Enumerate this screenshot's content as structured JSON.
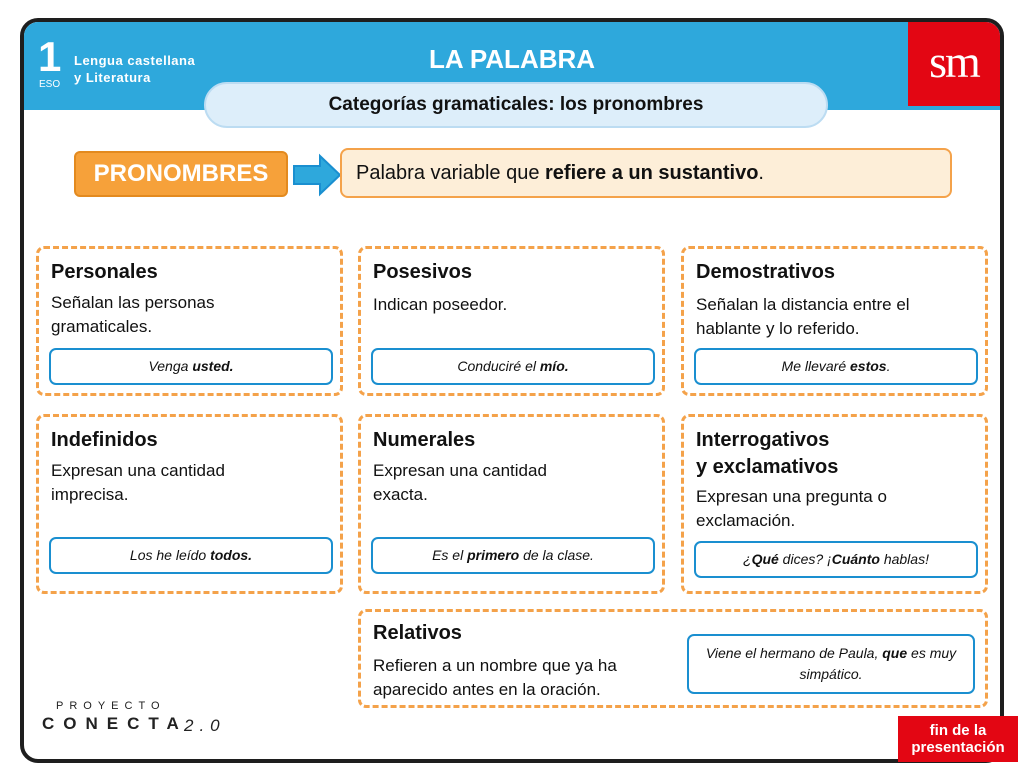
{
  "header": {
    "course_number": "1",
    "course_level": "ESO",
    "subject_line1": "Lengua castellana",
    "subject_line2": "y Literatura",
    "title": "LA PALABRA",
    "publisher_logo": "sm",
    "subtitle": "Categorías gramaticales: los pronombres"
  },
  "definition": {
    "label": "PRONOMBRES",
    "text_before": "Palabra variable que ",
    "text_bold": "refiere a un sustantivo",
    "text_after": "."
  },
  "categories": [
    {
      "title": "Personales",
      "description": "Señalan las personas gramaticales.",
      "example": {
        "before": "Venga ",
        "bold": "usted.",
        "after": ""
      }
    },
    {
      "title": "Posesivos",
      "description": "Indican poseedor.",
      "example": {
        "before": "Conduciré el ",
        "bold": "mío.",
        "after": ""
      }
    },
    {
      "title": "Demostrativos",
      "description": "Señalan la distancia entre el hablante y lo referido.",
      "example": {
        "before": "Me llevaré ",
        "bold": "estos",
        "after": "."
      }
    },
    {
      "title": "Indefinidos",
      "description": "Expresan una cantidad imprecisa.",
      "example": {
        "before": "Los he leído ",
        "bold": "todos.",
        "after": ""
      }
    },
    {
      "title": "Numerales",
      "description": "Expresan una cantidad exacta.",
      "example": {
        "before": "Es el ",
        "bold": "primero",
        "after": " de la clase."
      }
    },
    {
      "title_line1": "Interrogativos",
      "title_line2": "y exclamativos",
      "description": "Expresan una pregunta o exclamación.",
      "example": {
        "p1": "¿",
        "b1": "Qué",
        "p2": " dices? ¡",
        "b2": "Cuánto",
        "p3": " hablas!"
      }
    },
    {
      "title": "Relativos",
      "description": "Refieren a un nombre que ya ha aparecido antes en la oración.",
      "example": {
        "before": "Viene el hermano de Paula, ",
        "bold": "que",
        "after": " es muy simpático."
      }
    }
  ],
  "footer": {
    "brand_top": "PROYECTO",
    "brand_main": "CONECTA",
    "brand_version": "2.0",
    "end_button_line1": "fin de la",
    "end_button_line2": "presentación"
  },
  "colors": {
    "header_blue": "#2ea8dc",
    "orange": "#f6a13a",
    "sm_red": "#e30613",
    "example_border": "#1a8fd0"
  }
}
